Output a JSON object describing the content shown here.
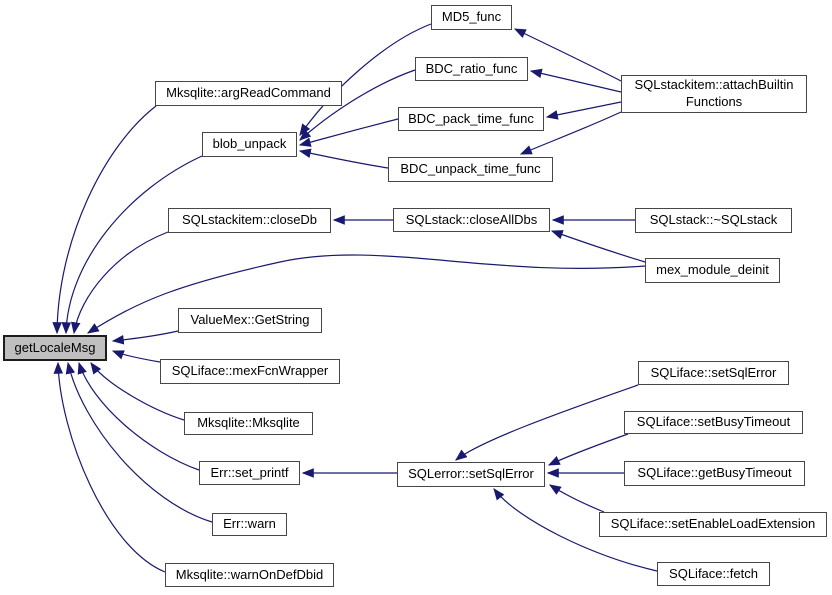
{
  "graph": {
    "title": "getLocaleMsg caller graph",
    "colors": {
      "background": "#ffffff",
      "edge": "#191970",
      "node_border": "#464646",
      "node_fill": "#ffffff",
      "highlight_fill": "#bfbfbf",
      "highlight_border": "#1c1c1c",
      "text": "#000000"
    },
    "nodes": [
      {
        "id": "md5-func",
        "label": "MD5_func"
      },
      {
        "id": "bdc-ratio-func",
        "label": "BDC_ratio_func"
      },
      {
        "id": "bdc-pack-time-func",
        "label": "BDC_pack_time_func"
      },
      {
        "id": "bdc-unpack-time-func",
        "label": "BDC_unpack_time_func"
      },
      {
        "id": "sqlstackitem-attachbuiltinfunctions",
        "label": "SQLstackitem::attachBuiltin\nFunctions"
      },
      {
        "id": "mksqlite-argreadcommand",
        "label": "Mksqlite::argReadCommand"
      },
      {
        "id": "blob-unpack",
        "label": "blob_unpack"
      },
      {
        "id": "sqlstackitem-closedb",
        "label": "SQLstackitem::closeDb"
      },
      {
        "id": "sqlstack-closealldbs",
        "label": "SQLstack::closeAllDbs"
      },
      {
        "id": "sqlstack-destructor",
        "label": "SQLstack::~SQLstack"
      },
      {
        "id": "mex-module-deinit",
        "label": "mex_module_deinit"
      },
      {
        "id": "getlocalemsg",
        "label": "getLocaleMsg"
      },
      {
        "id": "valuemex-getstring",
        "label": "ValueMex::GetString"
      },
      {
        "id": "sqliface-mexfcnwrapper",
        "label": "SQLiface::mexFcnWrapper"
      },
      {
        "id": "mksqlite-mksqlite",
        "label": "Mksqlite::Mksqlite"
      },
      {
        "id": "err-set-printf",
        "label": "Err::set_printf"
      },
      {
        "id": "err-warn",
        "label": "Err::warn"
      },
      {
        "id": "mksqlite-warnondefdbid",
        "label": "Mksqlite::warnOnDefDbid"
      },
      {
        "id": "sqlerror-setsqlerror",
        "label": "SQLerror::setSqlError"
      },
      {
        "id": "sqliface-setsqlerror",
        "label": "SQLiface::setSqlError"
      },
      {
        "id": "sqliface-setbusytimeout",
        "label": "SQLiface::setBusyTimeout"
      },
      {
        "id": "sqliface-getbusytimeout",
        "label": "SQLiface::getBusyTimeout"
      },
      {
        "id": "sqliface-setenableloadextension",
        "label": "SQLiface::setEnableLoadExtension"
      },
      {
        "id": "sqliface-fetch",
        "label": "SQLiface::fetch"
      }
    ],
    "edges": [
      {
        "from": "Mksqlite::argReadCommand",
        "to": "getLocaleMsg"
      },
      {
        "from": "blob_unpack",
        "to": "getLocaleMsg"
      },
      {
        "from": "SQLstackitem::closeDb",
        "to": "getLocaleMsg"
      },
      {
        "from": "mex_module_deinit",
        "to": "getLocaleMsg"
      },
      {
        "from": "ValueMex::GetString",
        "to": "getLocaleMsg"
      },
      {
        "from": "SQLiface::mexFcnWrapper",
        "to": "getLocaleMsg"
      },
      {
        "from": "Mksqlite::Mksqlite",
        "to": "getLocaleMsg"
      },
      {
        "from": "Err::set_printf",
        "to": "getLocaleMsg"
      },
      {
        "from": "Err::warn",
        "to": "getLocaleMsg"
      },
      {
        "from": "Mksqlite::warnOnDefDbid",
        "to": "getLocaleMsg"
      },
      {
        "from": "MD5_func",
        "to": "blob_unpack"
      },
      {
        "from": "BDC_ratio_func",
        "to": "blob_unpack"
      },
      {
        "from": "BDC_pack_time_func",
        "to": "blob_unpack"
      },
      {
        "from": "BDC_unpack_time_func",
        "to": "blob_unpack"
      },
      {
        "from": "SQLstackitem::attachBuiltinFunctions",
        "to": "MD5_func"
      },
      {
        "from": "SQLstackitem::attachBuiltinFunctions",
        "to": "BDC_ratio_func"
      },
      {
        "from": "SQLstackitem::attachBuiltinFunctions",
        "to": "BDC_pack_time_func"
      },
      {
        "from": "SQLstackitem::attachBuiltinFunctions",
        "to": "BDC_unpack_time_func"
      },
      {
        "from": "SQLstack::closeAllDbs",
        "to": "SQLstackitem::closeDb"
      },
      {
        "from": "SQLstack::~SQLstack",
        "to": "SQLstack::closeAllDbs"
      },
      {
        "from": "mex_module_deinit",
        "to": "SQLstack::closeAllDbs"
      },
      {
        "from": "SQLerror::setSqlError",
        "to": "Err::set_printf"
      },
      {
        "from": "SQLiface::setSqlError",
        "to": "SQLerror::setSqlError"
      },
      {
        "from": "SQLiface::setBusyTimeout",
        "to": "SQLerror::setSqlError"
      },
      {
        "from": "SQLiface::getBusyTimeout",
        "to": "SQLerror::setSqlError"
      },
      {
        "from": "SQLiface::setEnableLoadExtension",
        "to": "SQLerror::setSqlError"
      },
      {
        "from": "SQLiface::fetch",
        "to": "SQLerror::setSqlError"
      }
    ]
  }
}
